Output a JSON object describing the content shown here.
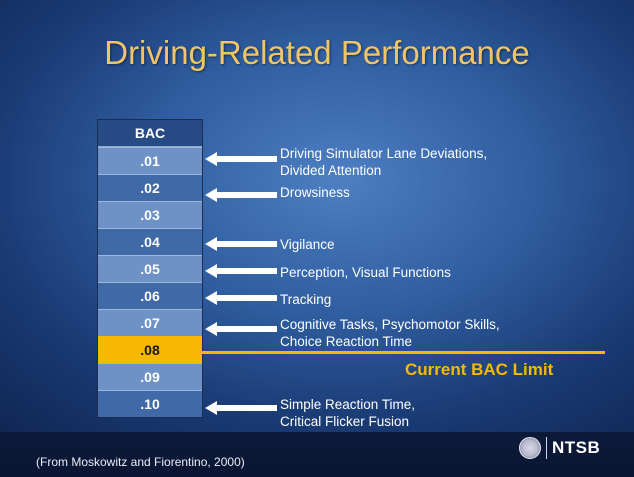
{
  "slide": {
    "title": "Driving-Related Performance",
    "table_header": "BAC",
    "bac_levels": [
      ".01",
      ".02",
      ".03",
      ".04",
      ".05",
      ".06",
      ".07",
      ".08",
      ".09",
      ".10"
    ],
    "effects": {
      "e01": [
        "Driving Simulator Lane Deviations,",
        "Divided Attention"
      ],
      "e02": [
        "Drowsiness"
      ],
      "e04": [
        "Vigilance"
      ],
      "e05": [
        "Perception, Visual Functions"
      ],
      "e06": [
        "Tracking"
      ],
      "e07": [
        "Cognitive Tasks, Psychomotor Skills,",
        "Choice Reaction Time"
      ],
      "e10": [
        "Simple Reaction Time,",
        "Critical Flicker Fusion"
      ]
    },
    "limit_label": "Current BAC Limit",
    "source": "(From Moskowitz and Fiorentino, 2000)",
    "logo_text": "NTSB"
  },
  "colors": {
    "title": "#f0c468",
    "highlight": "#f6b800",
    "text": "#ffffff"
  },
  "icons": {
    "arrow": "left-arrow-icon",
    "seal": "ntsb-seal-icon"
  }
}
